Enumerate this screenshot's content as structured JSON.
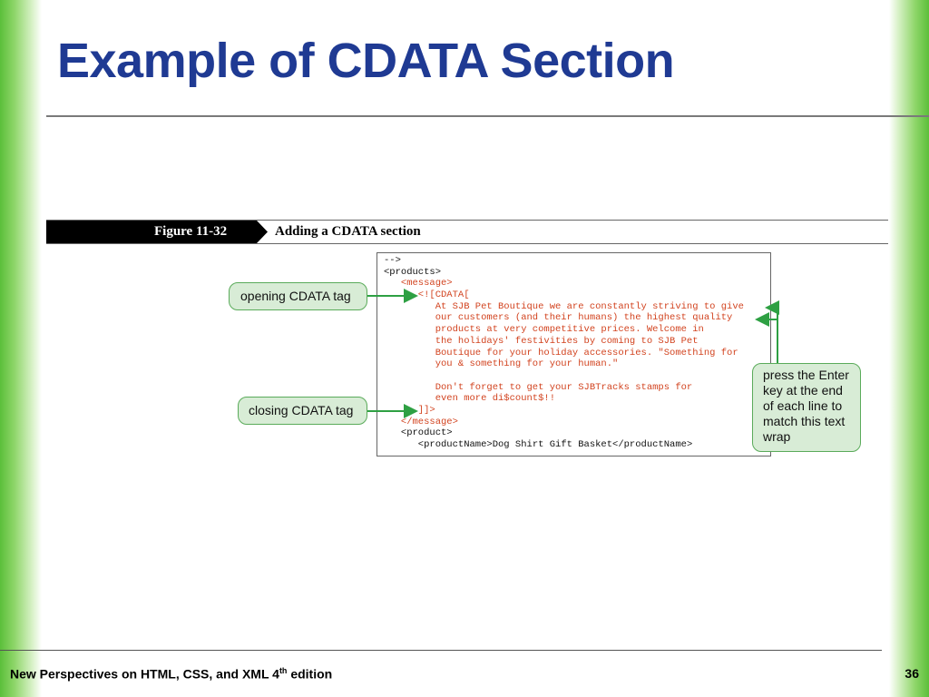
{
  "slide": {
    "title": "Example of CDATA Section",
    "footer_text": "New Perspectives on HTML, CSS, and XML 4",
    "footer_sup": "th",
    "footer_suffix": " edition",
    "page_number": "36"
  },
  "figure": {
    "number": "Figure 11-32",
    "caption": "Adding a CDATA section",
    "code_lines": [
      {
        "indent": "",
        "text": "-->",
        "red": false
      },
      {
        "indent": "",
        "text": "<products>",
        "red": false
      },
      {
        "indent": "   ",
        "text": "<message>",
        "red": true
      },
      {
        "indent": "      ",
        "text": "<![CDATA[",
        "red": true
      },
      {
        "indent": "         ",
        "text": "At SJB Pet Boutique we are constantly striving to give",
        "red": true
      },
      {
        "indent": "         ",
        "text": "our customers (and their humans) the highest quality",
        "red": true
      },
      {
        "indent": "         ",
        "text": "products at very competitive prices. Welcome in",
        "red": true
      },
      {
        "indent": "         ",
        "text": "the holidays' festivities by coming to SJB Pet",
        "red": true
      },
      {
        "indent": "         ",
        "text": "Boutique for your holiday accessories. \"Something for",
        "red": true
      },
      {
        "indent": "         ",
        "text": "you & something for your human.\"",
        "red": true
      },
      {
        "indent": "",
        "text": "",
        "red": false
      },
      {
        "indent": "         ",
        "text": "Don't forget to get your SJBTracks stamps for",
        "red": true
      },
      {
        "indent": "         ",
        "text": "even more di$count$!!",
        "red": true
      },
      {
        "indent": "      ",
        "text": "]]>",
        "red": true
      },
      {
        "indent": "   ",
        "text": "</message>",
        "red": true
      },
      {
        "indent": "   ",
        "text": "<product>",
        "red": false
      },
      {
        "indent": "      ",
        "text": "<productName>Dog Shirt Gift Basket</productName>",
        "red": false
      }
    ],
    "callouts": {
      "opening": "opening CDATA tag",
      "closing": "closing CDATA tag",
      "press_enter": "press the Enter key at the end of each line to match this text wrap"
    }
  },
  "colors": {
    "title": "#1f3a93",
    "accent_green": "#5bbf3a",
    "callout_fill": "#d8ecd6",
    "callout_border": "#5aab5a",
    "code_red": "#d2431f"
  }
}
